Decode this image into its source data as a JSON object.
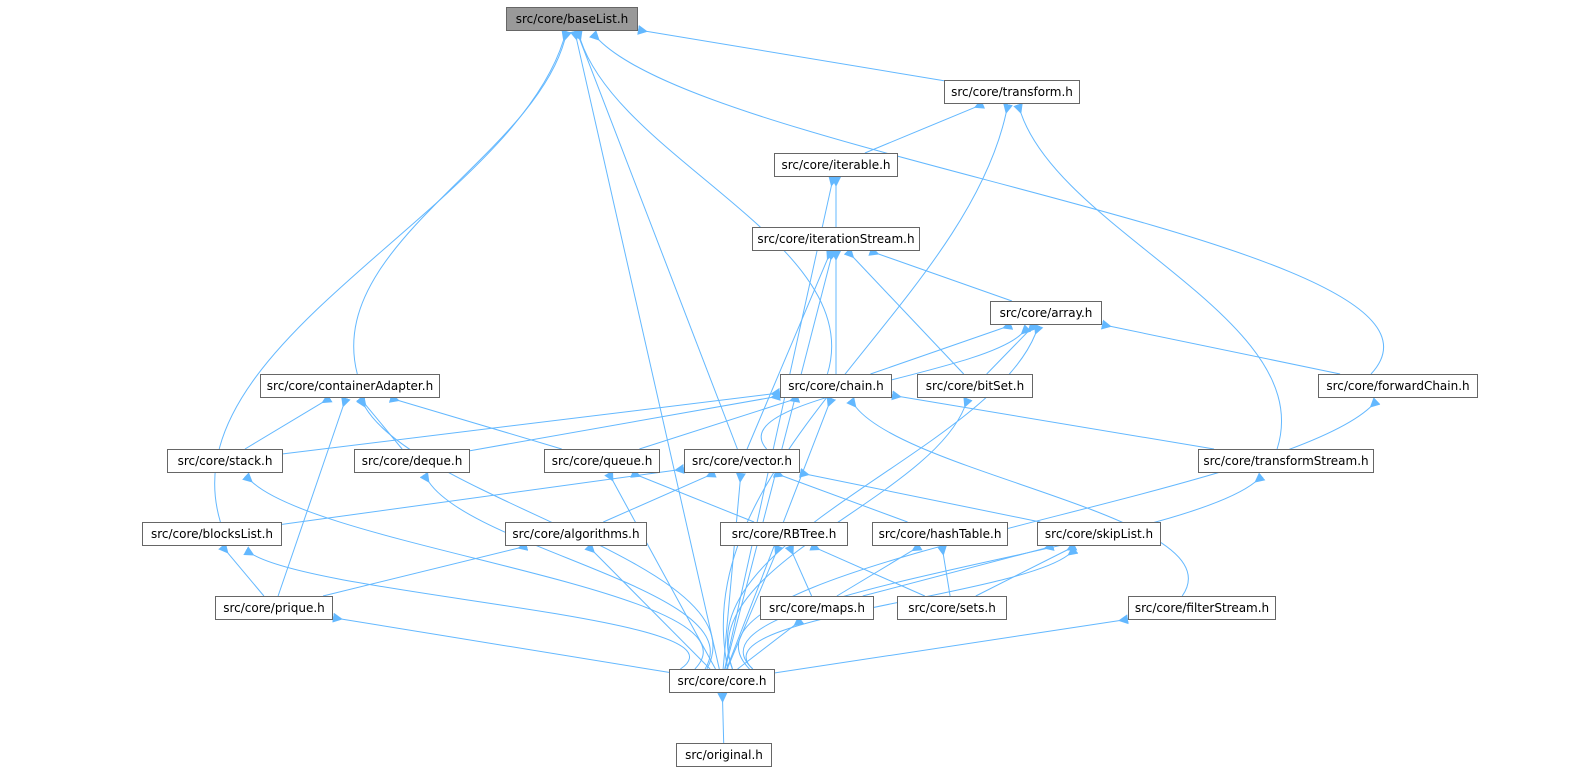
{
  "diagram": {
    "nodes": [
      {
        "id": "baseList",
        "label": "src/core/baseList.h",
        "highlighted": true
      },
      {
        "id": "transform",
        "label": "src/core/transform.h"
      },
      {
        "id": "iterable",
        "label": "src/core/iterable.h"
      },
      {
        "id": "iterationStream",
        "label": "src/core/iterationStream.h"
      },
      {
        "id": "array",
        "label": "src/core/array.h"
      },
      {
        "id": "containerAdapter",
        "label": "src/core/containerAdapter.h"
      },
      {
        "id": "chain",
        "label": "src/core/chain.h"
      },
      {
        "id": "bitSet",
        "label": "src/core/bitSet.h"
      },
      {
        "id": "forwardChain",
        "label": "src/core/forwardChain.h"
      },
      {
        "id": "stack",
        "label": "src/core/stack.h"
      },
      {
        "id": "deque",
        "label": "src/core/deque.h"
      },
      {
        "id": "queue",
        "label": "src/core/queue.h"
      },
      {
        "id": "vector",
        "label": "src/core/vector.h"
      },
      {
        "id": "transformStream",
        "label": "src/core/transformStream.h"
      },
      {
        "id": "blocksList",
        "label": "src/core/blocksList.h"
      },
      {
        "id": "algorithms",
        "label": "src/core/algorithms.h"
      },
      {
        "id": "RBTree",
        "label": "src/core/RBTree.h"
      },
      {
        "id": "hashTable",
        "label": "src/core/hashTable.h"
      },
      {
        "id": "skipList",
        "label": "src/core/skipList.h"
      },
      {
        "id": "prique",
        "label": "src/core/prique.h"
      },
      {
        "id": "maps",
        "label": "src/core/maps.h"
      },
      {
        "id": "sets",
        "label": "src/core/sets.h"
      },
      {
        "id": "filterStream",
        "label": "src/core/filterStream.h"
      },
      {
        "id": "core",
        "label": "src/core/core.h"
      },
      {
        "id": "original",
        "label": "src/original.h"
      }
    ],
    "edges": [
      [
        "transform",
        "baseList"
      ],
      [
        "forwardChain",
        "baseList"
      ],
      [
        "core",
        "baseList"
      ],
      [
        "blocksList",
        "baseList"
      ],
      [
        "containerAdapter",
        "baseList"
      ],
      [
        "vector",
        "baseList"
      ],
      [
        "chain",
        "baseList"
      ],
      [
        "iterable",
        "transform"
      ],
      [
        "transformStream",
        "transform"
      ],
      [
        "core",
        "transform"
      ],
      [
        "iterationStream",
        "iterable"
      ],
      [
        "core",
        "iterable"
      ],
      [
        "array",
        "iterationStream"
      ],
      [
        "chain",
        "iterationStream"
      ],
      [
        "bitSet",
        "iterationStream"
      ],
      [
        "vector",
        "iterationStream"
      ],
      [
        "core",
        "iterationStream"
      ],
      [
        "chain",
        "array"
      ],
      [
        "bitSet",
        "array"
      ],
      [
        "forwardChain",
        "array"
      ],
      [
        "vector",
        "array"
      ],
      [
        "core",
        "array"
      ],
      [
        "stack",
        "containerAdapter"
      ],
      [
        "deque",
        "containerAdapter"
      ],
      [
        "queue",
        "containerAdapter"
      ],
      [
        "prique",
        "containerAdapter"
      ],
      [
        "core",
        "containerAdapter"
      ],
      [
        "stack",
        "chain"
      ],
      [
        "deque",
        "chain"
      ],
      [
        "queue",
        "chain"
      ],
      [
        "transformStream",
        "chain"
      ],
      [
        "filterStream",
        "chain"
      ],
      [
        "core",
        "chain"
      ],
      [
        "core",
        "bitSet"
      ],
      [
        "core",
        "forwardChain"
      ],
      [
        "core",
        "stack"
      ],
      [
        "core",
        "deque"
      ],
      [
        "RBTree",
        "queue"
      ],
      [
        "core",
        "queue"
      ],
      [
        "blocksList",
        "vector"
      ],
      [
        "algorithms",
        "vector"
      ],
      [
        "hashTable",
        "vector"
      ],
      [
        "skipList",
        "vector"
      ],
      [
        "core",
        "vector"
      ],
      [
        "core",
        "transformStream"
      ],
      [
        "prique",
        "blocksList"
      ],
      [
        "core",
        "blocksList"
      ],
      [
        "prique",
        "algorithms"
      ],
      [
        "core",
        "algorithms"
      ],
      [
        "maps",
        "RBTree"
      ],
      [
        "sets",
        "RBTree"
      ],
      [
        "core",
        "RBTree"
      ],
      [
        "maps",
        "hashTable"
      ],
      [
        "sets",
        "hashTable"
      ],
      [
        "maps",
        "skipList"
      ],
      [
        "sets",
        "skipList"
      ],
      [
        "core",
        "skipList"
      ],
      [
        "core",
        "prique"
      ],
      [
        "core",
        "maps"
      ],
      [
        "core",
        "filterStream"
      ],
      [
        "original",
        "core"
      ]
    ]
  },
  "colors": {
    "edge": "#63b8ff",
    "node_border": "#666666",
    "highlight_fill": "#999999"
  }
}
